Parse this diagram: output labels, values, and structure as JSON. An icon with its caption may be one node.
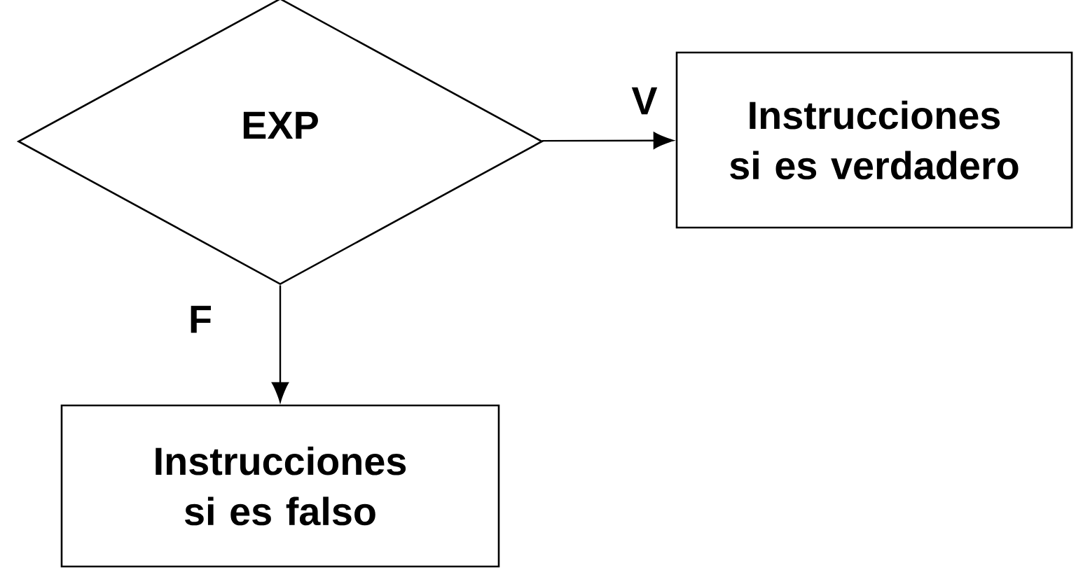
{
  "diagram": {
    "nodes": [
      {
        "text": [
          "EXP"
        ]
      },
      {
        "text": [
          "Instrucciones si es verdadero"
        ]
      },
      {
        "text": [
          "Instrucciones si es falso"
        ]
      }
    ],
    "edges": [
      {
        "from": 0,
        "to": 1,
        "arrow": "to",
        "label": "V"
      },
      {
        "from": 0,
        "to": 2,
        "arrow": "to",
        "label": "F"
      }
    ]
  }
}
